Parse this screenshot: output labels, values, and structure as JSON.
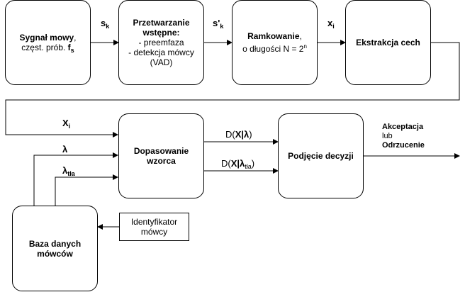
{
  "nodes": {
    "signal": {
      "title": "Sygnał mowy",
      "title_suffix": ",",
      "line2": "częst. prób. ",
      "var": "f",
      "var_sub": "s"
    },
    "preprocessing": {
      "title": "Przetwarzanie",
      "title2": "wstępne:",
      "line1": "- preemfaza",
      "line2": "- detekcja mówcy",
      "line3": "(VAD)"
    },
    "framing": {
      "title": "Ramkowanie",
      "title_suffix": ",",
      "line2": "o długości N = 2",
      "sup": "n"
    },
    "features": {
      "title": "Ekstrakcja cech"
    },
    "matching": {
      "title": "Dopasowanie",
      "title2": "wzorca"
    },
    "decision": {
      "title": "Podjęcie decyzji"
    },
    "database": {
      "title": "Baza danych",
      "title2": "mówców"
    },
    "speaker_id": {
      "line1": "Identyfikator",
      "line2": "mówcy"
    }
  },
  "edges": {
    "s_k": {
      "base": "s",
      "sub": "k"
    },
    "s_prime_k": {
      "base": "s'",
      "sub": "k"
    },
    "x_i": {
      "base": "x",
      "sub": "i"
    },
    "X_i": {
      "base": "X",
      "sub": "i"
    },
    "lambda": {
      "base": "λ"
    },
    "lambda_tla": {
      "base": "λ",
      "sub": "tła"
    },
    "d_lambda": {
      "pre": "D(",
      "bold": "X|λ",
      "post": ")"
    },
    "d_lambda_tla": {
      "pre": "D(",
      "bold_x": "X|",
      "bold_l": "λ",
      "sub": "tła",
      "post": ")"
    },
    "output": {
      "line1": "Akceptacja",
      "line2": "lub",
      "line3": "Odrzucenie"
    }
  }
}
